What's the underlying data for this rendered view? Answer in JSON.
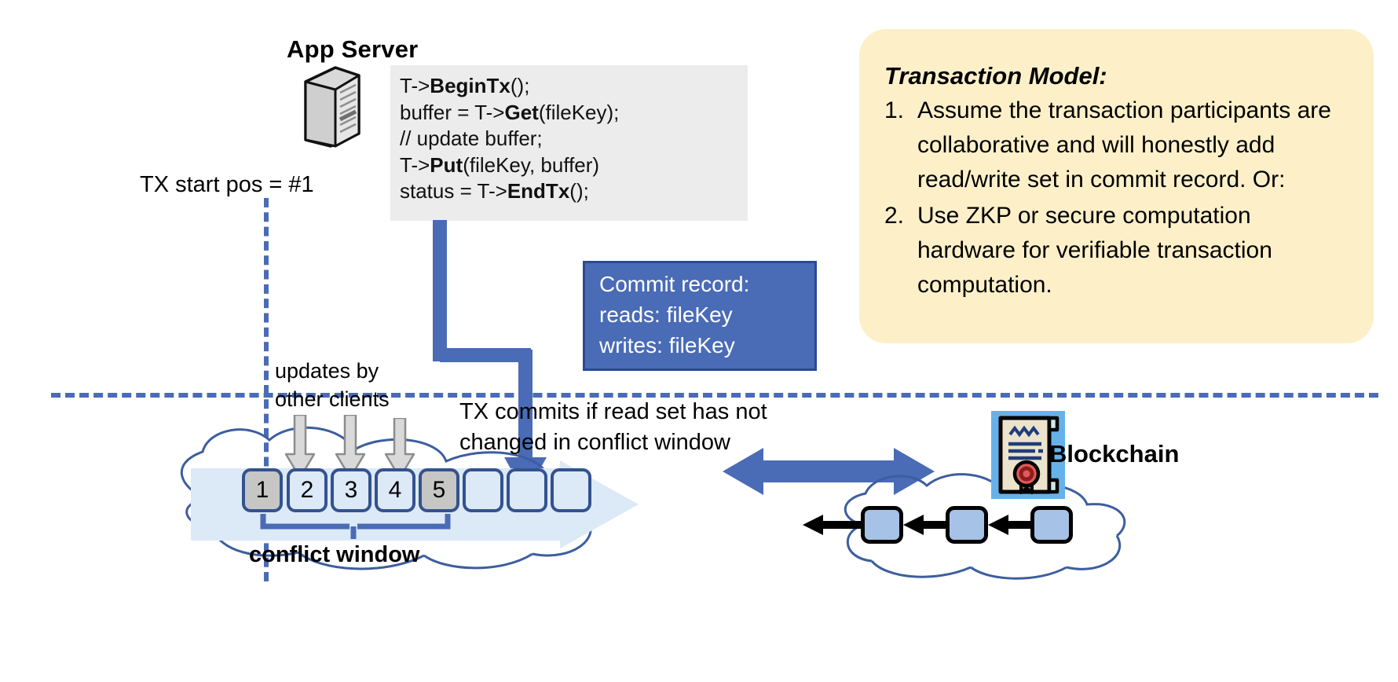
{
  "app_server": {
    "title": "App Server",
    "icon": "server-tower-icon",
    "code_lines": [
      {
        "pre": "T->",
        "bold": "BeginTx",
        "post": "();"
      },
      {
        "pre": "buffer = T->",
        "bold": "Get",
        "post": "(fileKey);"
      },
      {
        "pre": "// update buffer;",
        "bold": "",
        "post": ""
      },
      {
        "pre": "T->",
        "bold": "Put",
        "post": "(fileKey, buffer)"
      },
      {
        "pre": "status = T->",
        "bold": "EndTx",
        "post": "();"
      }
    ]
  },
  "commit_record": {
    "title": "Commit record:",
    "reads": "reads: fileKey",
    "writes": "writes: fileKey",
    "fill_color": "#4a6bb5",
    "border_color": "#2a4a92"
  },
  "transaction_model": {
    "title": "Transaction Model:",
    "fill_color": "#fdf0c9",
    "items": [
      {
        "num": "1.",
        "text": "Assume the transaction participants are collaborative and will honestly add read/write set in commit record.  Or:"
      },
      {
        "num": "2.",
        "text": "Use ZKP or secure computation hardware for verifiable transaction computation."
      }
    ]
  },
  "log": {
    "tx_start_label": "TX start pos = #1",
    "updates_label_line1": "updates by",
    "updates_label_line2": "other clients",
    "commits_label_line1": "TX commits if read set has not",
    "commits_label_line2": "changed in conflict window",
    "conflict_window_label": "conflict window",
    "entries": [
      {
        "id": "1",
        "shaded": true
      },
      {
        "id": "2",
        "shaded": false
      },
      {
        "id": "3",
        "shaded": false
      },
      {
        "id": "4",
        "shaded": false
      },
      {
        "id": "5",
        "shaded": true
      },
      {
        "id": "",
        "shaded": false
      },
      {
        "id": "",
        "shaded": false
      },
      {
        "id": "",
        "shaded": false
      }
    ],
    "update_arrow_count": 3,
    "accent_color": "#4a6bb5",
    "box_border_color": "#34528f",
    "box_fill_color": "#dce9f7",
    "shaded_fill_color": "#c6c6c4"
  },
  "blockchain": {
    "label": "Blockchain",
    "icon": "certificate-seal-icon",
    "block_count": 3,
    "block_fill_color": "#a6c2e6"
  }
}
